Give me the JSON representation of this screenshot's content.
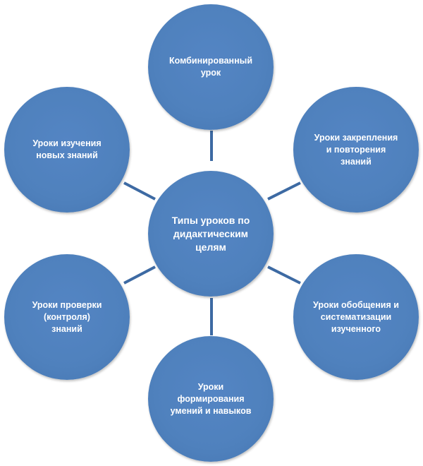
{
  "diagram": {
    "center": {
      "label": "Типы уроков по\nдидактическим\nцелям"
    },
    "nodes": [
      {
        "id": "combined",
        "label": "Комбинированный\nурок"
      },
      {
        "id": "consolidation",
        "label": "Уроки закрепления\nи повторения\nзнаний"
      },
      {
        "id": "generalization",
        "label": "Уроки обобщения и\nсистематизации\nизученного"
      },
      {
        "id": "skills",
        "label": "Уроки\nформирования\nумений и навыков"
      },
      {
        "id": "control",
        "label": "Уроки проверки\n(контроля)\nзнаний"
      },
      {
        "id": "new-knowledge",
        "label": "Уроки изучения\nновых знаний"
      }
    ],
    "colors": {
      "node_fill": "#4f81bd",
      "connector": "#3d6aa3",
      "text": "#ffffff"
    }
  }
}
